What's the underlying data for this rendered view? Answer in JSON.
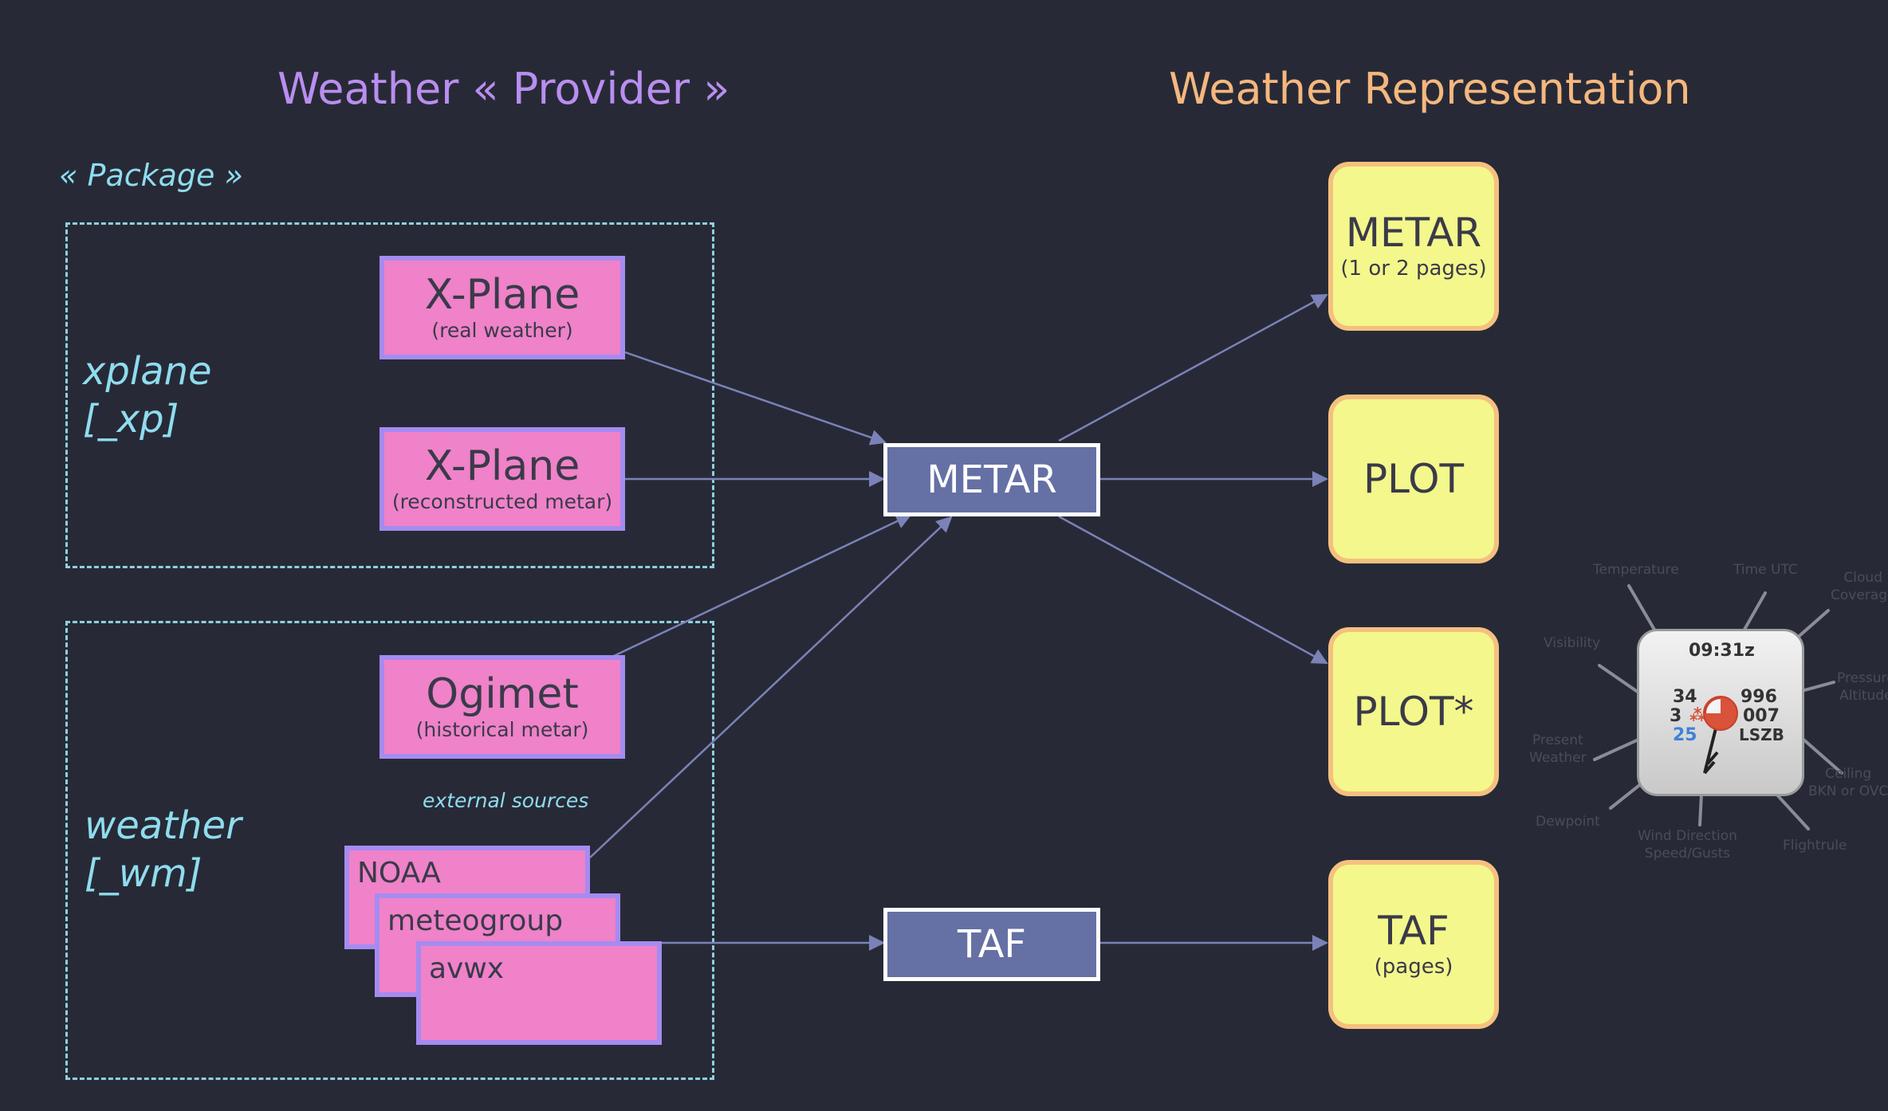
{
  "headings": {
    "provider": "Weather « Provider »",
    "representation": "Weather Representation"
  },
  "package_label": "« Package »",
  "groups": {
    "xplane": {
      "name": "xplane",
      "alias": "[_xp]"
    },
    "weather": {
      "name": "weather",
      "alias": "[_wm]"
    }
  },
  "providers": {
    "xp_real": {
      "title": "X-Plane",
      "sub": "(real weather)"
    },
    "xp_reconstructed": {
      "title": "X-Plane",
      "sub": "(reconstructed metar)"
    },
    "ogimet": {
      "title": "Ogimet",
      "sub": "(historical metar)"
    }
  },
  "external_sources": {
    "label": "external sources",
    "items": [
      "NOAA",
      "meteogroup",
      "avwx"
    ]
  },
  "core": {
    "metar": "METAR",
    "taf": "TAF"
  },
  "outputs": {
    "metar": {
      "title": "METAR",
      "sub": "(1 or 2 pages)"
    },
    "plot": {
      "title": "PLOT"
    },
    "plot_star": {
      "title": "PLOT*"
    },
    "taf": {
      "title": "TAF",
      "sub": "(pages)"
    }
  },
  "station_model": {
    "time": "09:31z",
    "temperature": "34",
    "visibility": "3",
    "dewpoint": "25",
    "pressure": "996",
    "tendency": "007",
    "station_id": "LSZB",
    "callouts": {
      "temperature": "Temperature",
      "time": "Time UTC",
      "cloud": "Cloud",
      "cloud2": "Coverage",
      "visibility": "Visibility",
      "pressure": "Pressure",
      "pressure2": "Altitude",
      "present_weather": "Present",
      "present_weather2": "Weather",
      "ceiling": "Ceiling",
      "ceiling2": "BKN or OVC",
      "dewpoint": "Dewpoint",
      "wind": "Wind Direction",
      "wind2": "Speed/Gusts",
      "flight_rule": "Flightrule"
    }
  },
  "colors": {
    "background": "#272a36",
    "provider_fill": "#ef82c8",
    "provider_border": "#a58bf1",
    "core_fill": "#6570a5",
    "output_fill": "#f4f78b",
    "output_border": "#f5c07f",
    "connector": "#7b82b8"
  }
}
